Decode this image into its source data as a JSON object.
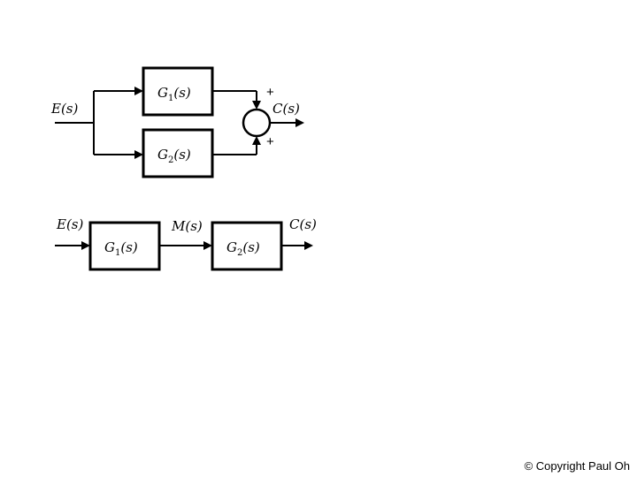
{
  "parallel": {
    "input_label": "E(s)",
    "output_label": "C(s)",
    "block1": {
      "symbol": "G",
      "index": "1",
      "arg": "(s)"
    },
    "block2": {
      "symbol": "G",
      "index": "2",
      "arg": "(s)"
    },
    "sign_top": "+",
    "sign_bottom": "+"
  },
  "series": {
    "input_label": "E(s)",
    "middle_label": "M(s)",
    "output_label": "C(s)",
    "block1": {
      "symbol": "G",
      "index": "1",
      "arg": "(s)"
    },
    "block2": {
      "symbol": "G",
      "index": "2",
      "arg": "(s)"
    }
  },
  "footer": {
    "copyright": "© Copyright Paul Oh"
  }
}
